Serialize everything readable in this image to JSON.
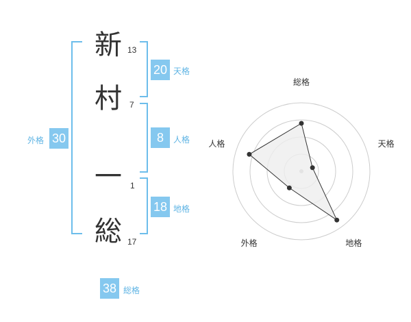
{
  "name": {
    "characters": [
      {
        "char": "新",
        "strokes": "13"
      },
      {
        "char": "村",
        "strokes": "7"
      },
      {
        "char": "一",
        "strokes": "1"
      },
      {
        "char": "総",
        "strokes": "17"
      }
    ]
  },
  "fortune": {
    "tenkaku": {
      "label": "天格",
      "value": "20"
    },
    "jinkaku": {
      "label": "人格",
      "value": "8"
    },
    "chikaku": {
      "label": "地格",
      "value": "18"
    },
    "gaikaku": {
      "label": "外格",
      "value": "30"
    },
    "soukaku": {
      "label": "総格",
      "value": "38"
    }
  },
  "chart_data": {
    "type": "radar",
    "axes": [
      "総格",
      "天格",
      "地格",
      "外格",
      "人格"
    ],
    "values": [
      0.7,
      0.17,
      0.88,
      0.3,
      0.8
    ],
    "max": 1,
    "rings": 4,
    "colors": {
      "fill": "#eeeeee",
      "stroke": "#333333",
      "grid": "#cccccc",
      "center": "#bbbbbb"
    }
  }
}
